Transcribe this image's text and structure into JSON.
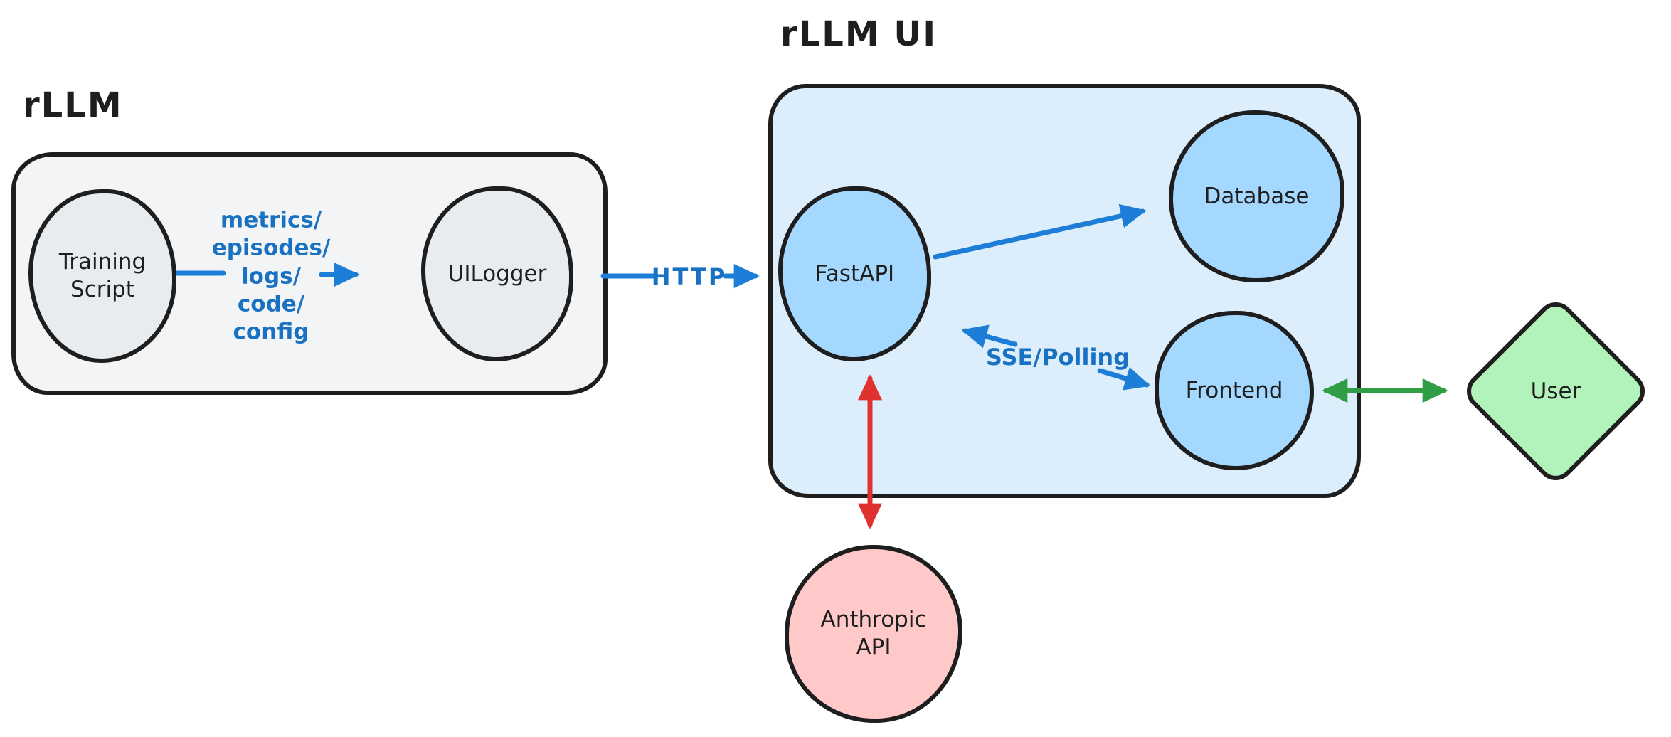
{
  "palette": {
    "ink": "#1e1e1e",
    "arrow_blue": "#1c7ed6",
    "arrow_red": "#e03131",
    "arrow_green": "#2f9e44",
    "label_blue": "#1971c2",
    "node_blue": "#a5d8ff",
    "node_gray": "#e9ecef",
    "node_pink": "#ffc9c9",
    "node_green": "#b2f2bb",
    "container_gray": "#f2f4f6",
    "container_blue": "#dcedfb"
  },
  "titles": {
    "rllm": "rLLM",
    "rllm_ui": "rLLM UI"
  },
  "nodes": {
    "training_script": {
      "label": "Training\nScript"
    },
    "uilogger": {
      "label": "UILogger"
    },
    "fastapi": {
      "label": "FastAPI"
    },
    "database": {
      "label": "Database"
    },
    "frontend": {
      "label": "Frontend"
    },
    "anthropic_api": {
      "label": "Anthropic\nAPI"
    },
    "user": {
      "label": "User"
    }
  },
  "edge_labels": {
    "pipeline": "metrics/\nepisodes/\nlogs/\ncode/\nconfig",
    "http": "HTTP",
    "sse": "SSE/Polling"
  }
}
